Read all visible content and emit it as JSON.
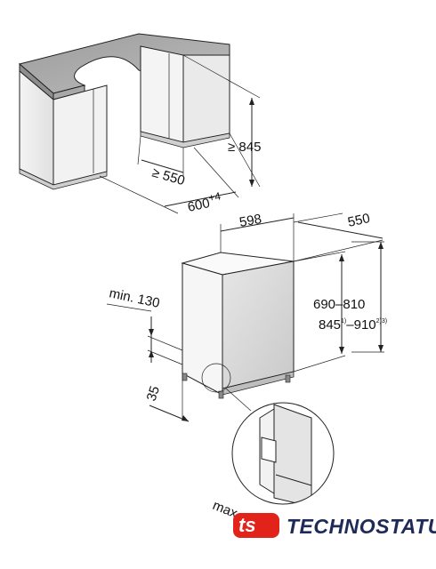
{
  "top_diagram": {
    "height_label": "≥ 845",
    "depth_label": "≥ 550",
    "width_main": "600",
    "width_tolerance": "+4"
  },
  "bottom_diagram": {
    "width_label": "598",
    "depth_label": "550",
    "height_range_label": "690–810",
    "height_total_main": "845",
    "height_total_sup1": "1)",
    "height_total_mid": "–910",
    "height_total_sup2": "2)3)",
    "plinth_min_label": "min. 130",
    "plinth_label": "35",
    "detail_label": "max"
  },
  "brand": {
    "logo_icon": "ts-logo-icon",
    "name": "TECHNOSTATUS",
    "color": "#1e2a57",
    "accent": "#e2231a"
  }
}
